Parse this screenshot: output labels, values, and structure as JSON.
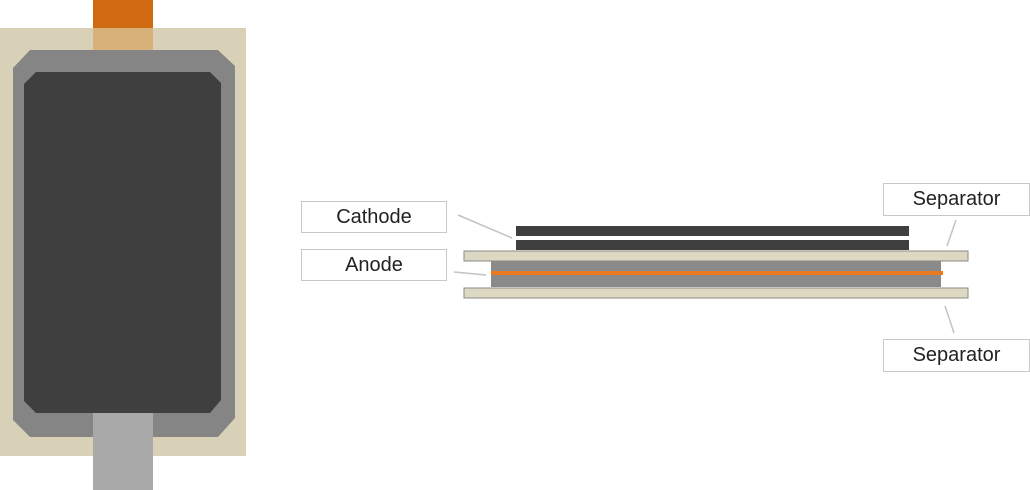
{
  "labels": {
    "cathode": "Cathode",
    "anode": "Anode",
    "separator_top": "Separator",
    "separator_bottom": "Separator"
  },
  "colors": {
    "outer_pouch": "#d8d1b8",
    "pouch_border": "#858585",
    "cell_body": "#3f3f3f",
    "positive_tab": "#d06a10",
    "negative_tab": "#a9a9a9",
    "cathode_layer": "#3f3f3f",
    "separator": "#ddd8c2",
    "anode_layer": "#8a8a8a",
    "current_collector": "#ea7a20",
    "leader_line": "#c3c3c3"
  }
}
